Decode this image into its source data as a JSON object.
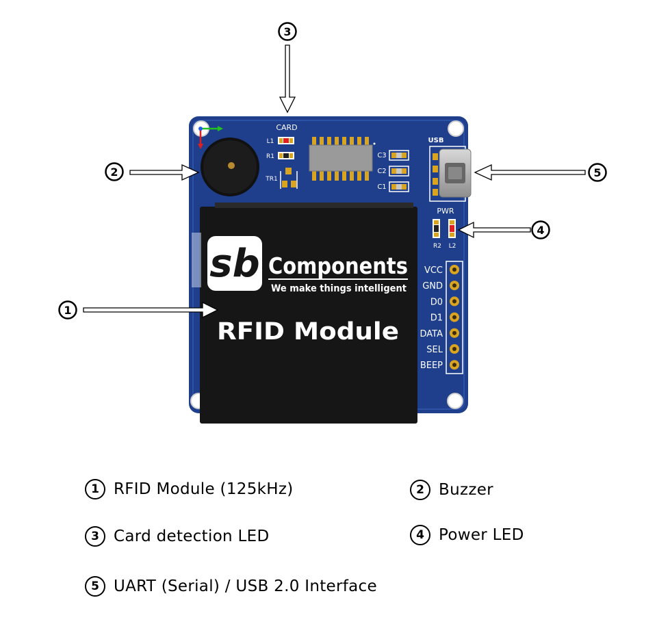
{
  "board": {
    "logo_short": "sb",
    "logo_brand": "Components",
    "tagline": "We make things intelligent",
    "module_title": "RFID Module",
    "silk_card": "CARD",
    "silk_l1": "L1",
    "silk_r1": "R1",
    "silk_tr1": "TR1",
    "silk_c1": "C1",
    "silk_c2": "C2",
    "silk_c3": "C3",
    "silk_usb": "USB",
    "silk_pwr": "PWR",
    "silk_r2": "R2",
    "silk_l2": "L2",
    "pins": [
      "VCC",
      "GND",
      "D0",
      "D1",
      "DATA",
      "SEL",
      "BEEP"
    ]
  },
  "callouts": [
    "1",
    "2",
    "3",
    "4",
    "5"
  ],
  "legend": [
    {
      "num": "1",
      "text": "RFID Module (125kHz)"
    },
    {
      "num": "2",
      "text": "Buzzer"
    },
    {
      "num": "3",
      "text": "Card detection LED"
    },
    {
      "num": "4",
      "text": "Power LED"
    },
    {
      "num": "5",
      "text": "UART (Serial) / USB 2.0 Interface"
    }
  ],
  "colors": {
    "pcb": "#1f3f8c",
    "module": "#161616",
    "gold": "#d9a520",
    "silkscreen": "#ffffff",
    "led_red": "#e02020"
  }
}
